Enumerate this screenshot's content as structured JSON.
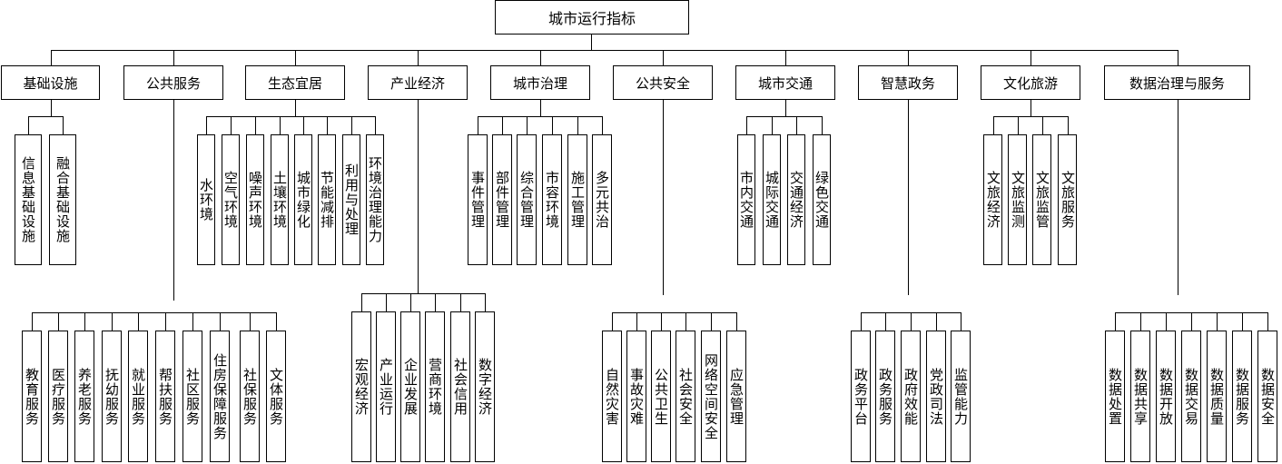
{
  "root": "城市运行指标",
  "categories": [
    {
      "label": "基础设施",
      "children": [
        "信息基础设施",
        "融合基础设施"
      ]
    },
    {
      "label": "公共服务",
      "children": [
        "教育服务",
        "医疗服务",
        "养老服务",
        "抚幼服务",
        "就业服务",
        "帮扶服务",
        "社区服务",
        "住房保障服务",
        "社保服务",
        "文体服务"
      ]
    },
    {
      "label": "生态宜居",
      "children": [
        "水环境",
        "空气环境",
        "噪声环境",
        "土壤环境",
        "城市绿化",
        "节能减排",
        "利用与处理",
        "环境治理能力"
      ]
    },
    {
      "label": "产业经济",
      "children": [
        "宏观经济",
        "产业运行",
        "企业发展",
        "营商环境",
        "社会信用",
        "数字经济"
      ]
    },
    {
      "label": "城市治理",
      "children": [
        "事件管理",
        "部件管理",
        "综合管理",
        "市容环境",
        "施工管理",
        "多元共治"
      ]
    },
    {
      "label": "公共安全",
      "children": [
        "自然灾害",
        "事故灾难",
        "公共卫生",
        "社会安全",
        "网络空间安全",
        "应急管理"
      ]
    },
    {
      "label": "城市交通",
      "children": [
        "市内交通",
        "城际交通",
        "交通经济",
        "绿色交通"
      ]
    },
    {
      "label": "智慧政务",
      "children": [
        "政务平台",
        "政务服务",
        "政府效能",
        "党政司法",
        "监管能力"
      ]
    },
    {
      "label": "文化旅游",
      "children": [
        "文旅经济",
        "文旅监测",
        "文旅监管",
        "文旅服务"
      ]
    },
    {
      "label": "数据治理与服务",
      "children": [
        "数据处置",
        "数据共享",
        "数据开放",
        "数据交易",
        "数据质量",
        "数据服务",
        "数据安全"
      ]
    }
  ]
}
